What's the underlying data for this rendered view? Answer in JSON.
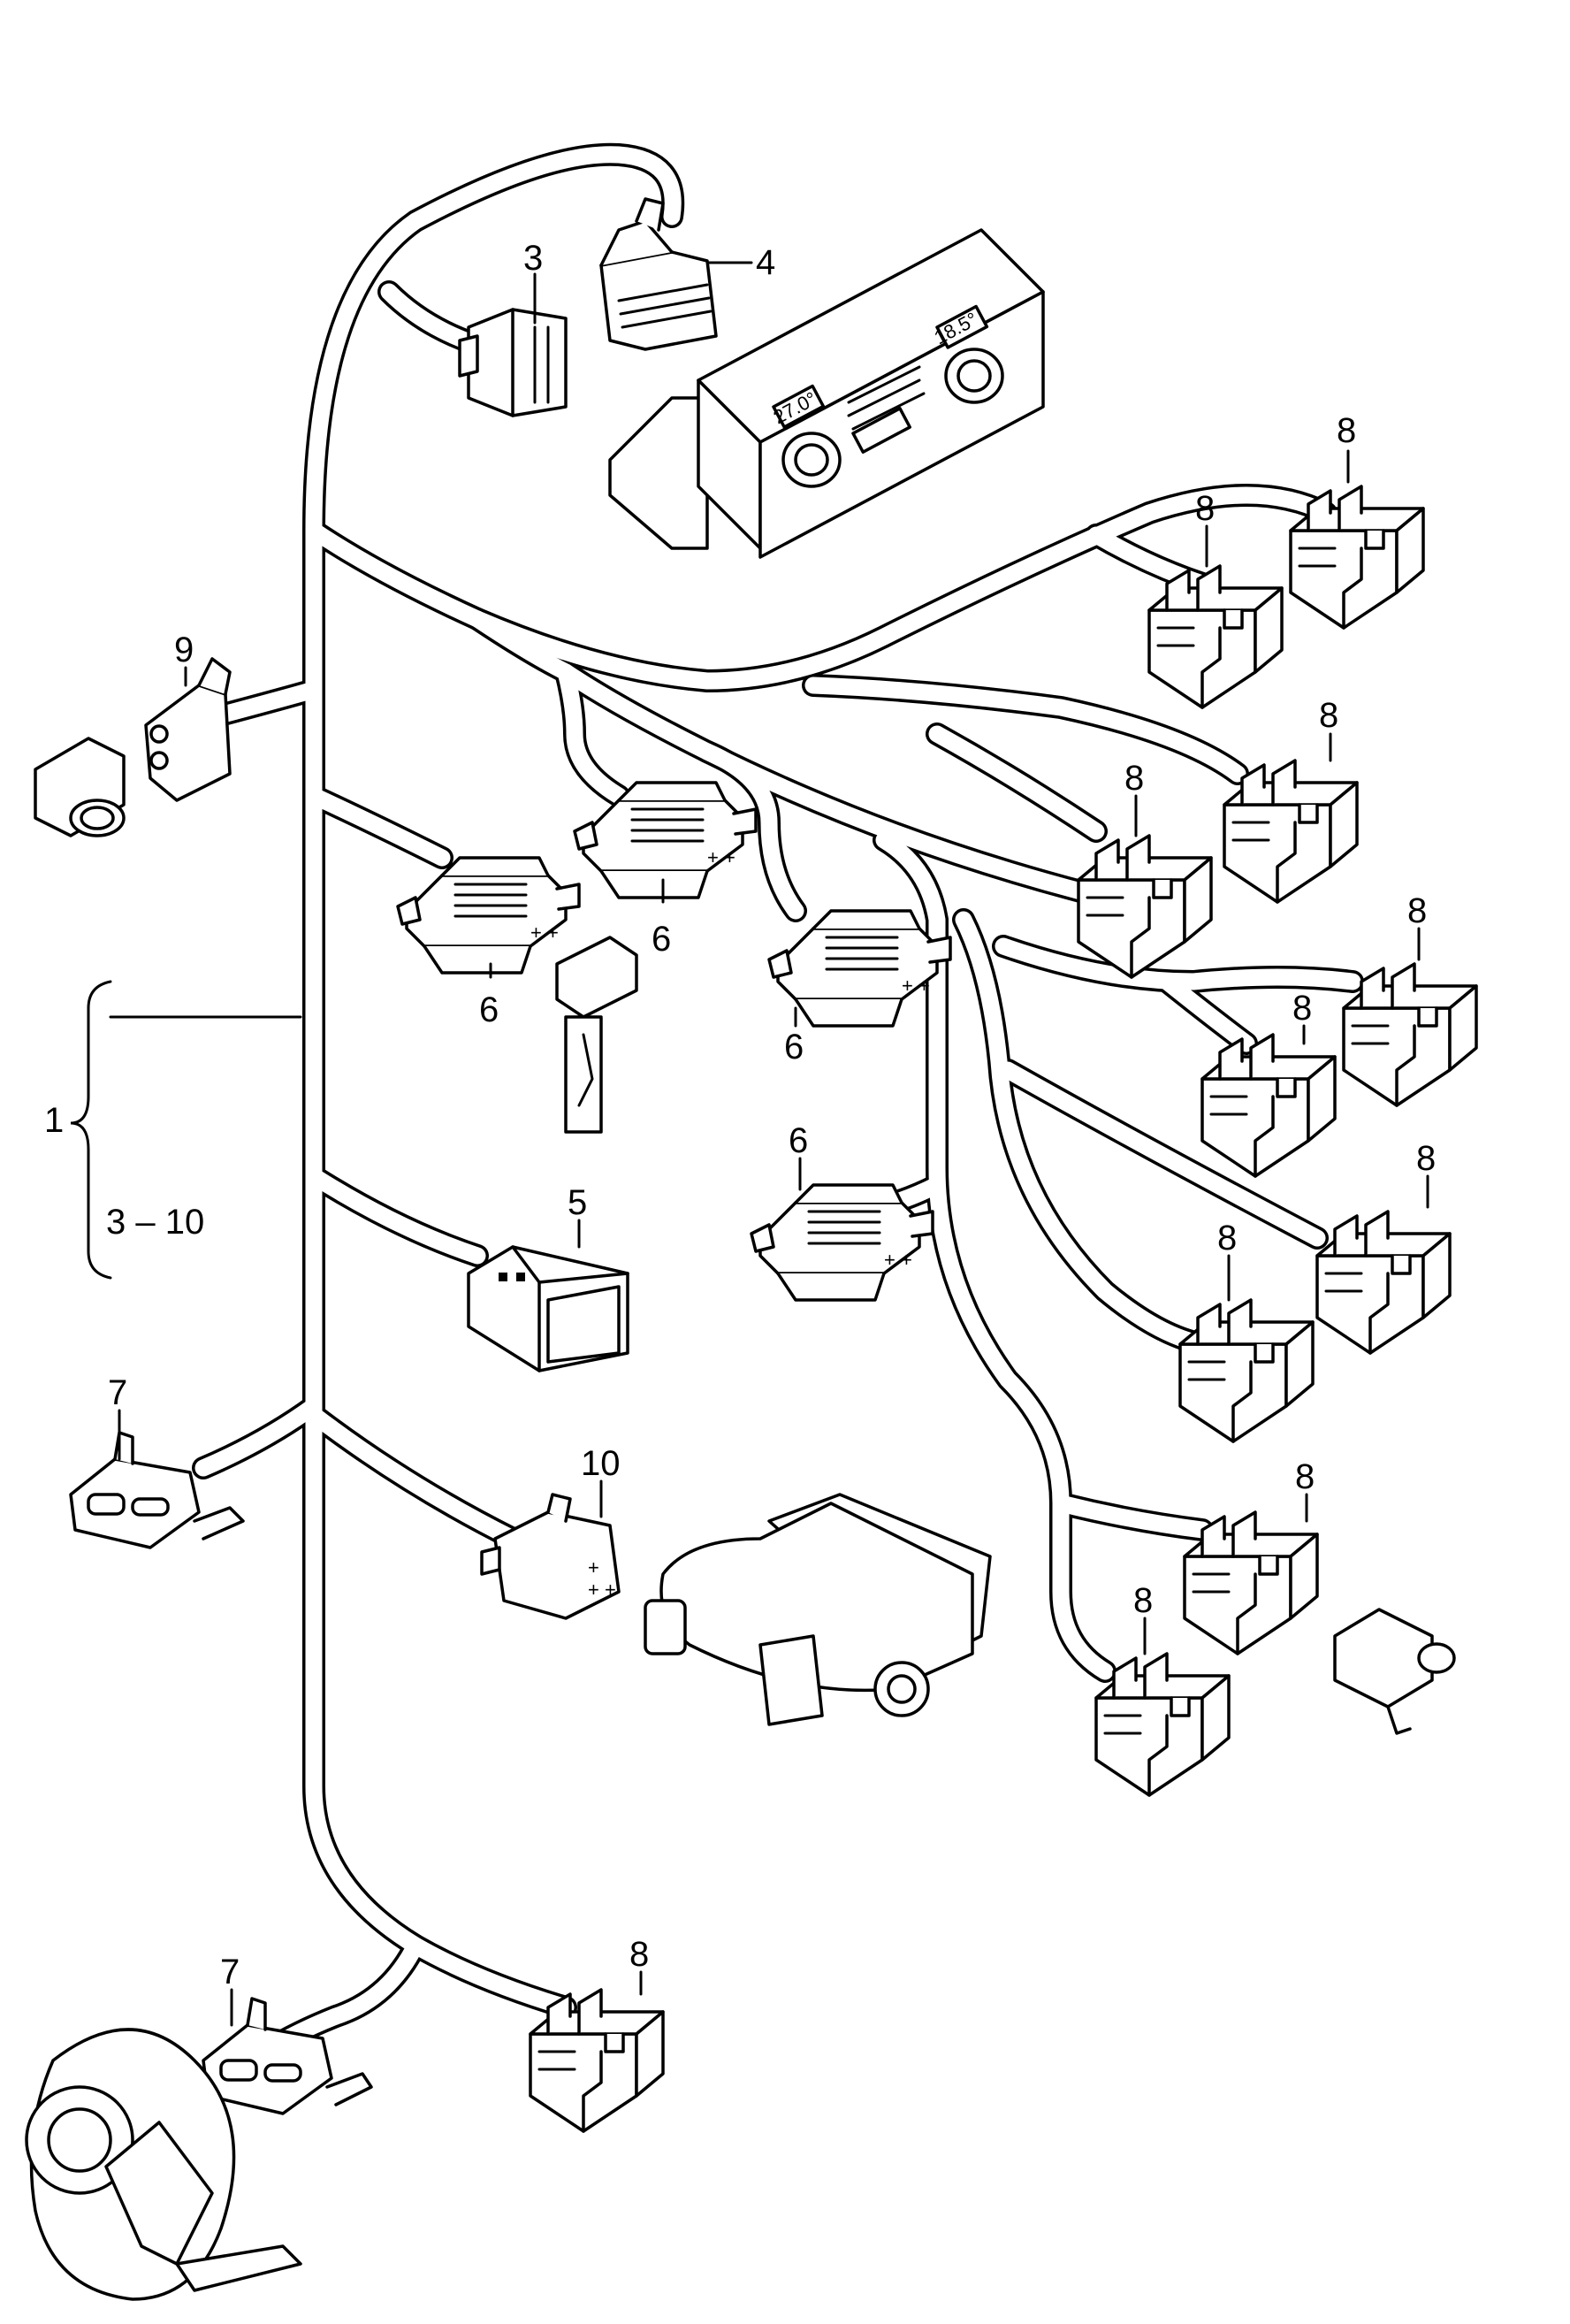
{
  "diagram": {
    "callouts": {
      "c1": "1",
      "c3": "3",
      "c4": "4",
      "c5": "5",
      "c6": "6",
      "c7": "7",
      "c8": "8",
      "c9": "9",
      "c10": "10"
    },
    "range_label": "3 – 10",
    "climate_panel": {
      "left_display": "27.0°",
      "right_display": "18.5°"
    }
  }
}
